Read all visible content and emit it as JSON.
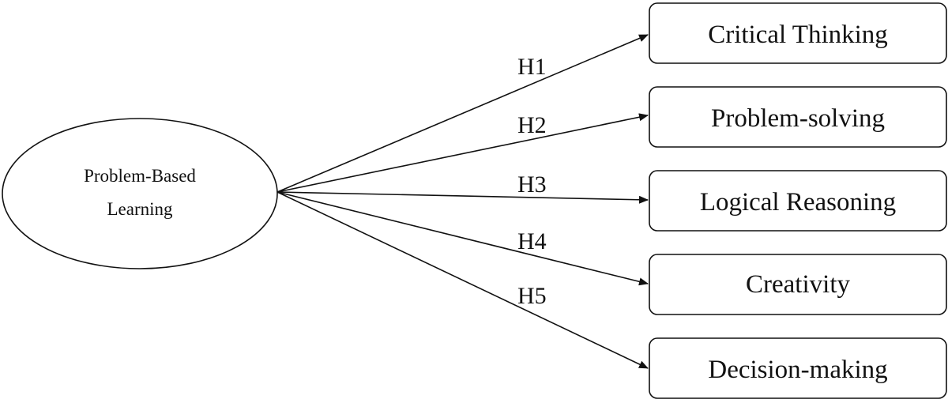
{
  "source": {
    "lines": [
      "Problem-Based",
      "Learning"
    ]
  },
  "targets": [
    {
      "label": "Critical Thinking"
    },
    {
      "label": "Problem-solving"
    },
    {
      "label": "Logical Reasoning"
    },
    {
      "label": "Creativity"
    },
    {
      "label": "Decision-making"
    }
  ],
  "hypotheses": [
    "H1",
    "H2",
    "H3",
    "H4",
    "H5"
  ],
  "colors": {
    "stroke": "#111111",
    "background": "#ffffff"
  }
}
